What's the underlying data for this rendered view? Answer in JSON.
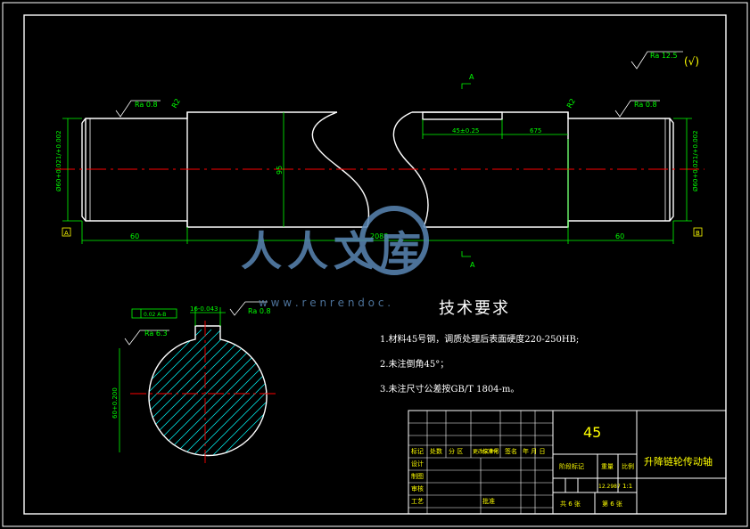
{
  "surface_finish": {
    "general": "Ra 12.5",
    "general_suffix": "(√)",
    "left_journal": "Ra 0.8",
    "right_journal": "Ra 0.8",
    "keyway_side": "Ra 0.8",
    "section_outer": "Ra 6.3"
  },
  "fillet_left": "R2",
  "fillet_right": "R2",
  "section_mark": "A",
  "datum_left": "A",
  "datum_right": "B",
  "dimensions": {
    "left_end_dia": "Ø60+0.021/+0.002",
    "right_end_dia": "Ø60+0.021/+0.002",
    "middle_dia": "95",
    "keyway_length": "45±0.25",
    "key_offset": "675",
    "left_length": "60",
    "total_length": "2088",
    "right_length": "60",
    "keyway_width": "16-0.043",
    "keyway_depth": "60+0.200",
    "section_symmetry": "0.02 A-B"
  },
  "watermark": {
    "chars": "人人文库",
    "url": "w w w . r e n r e n d o c ."
  },
  "tech_requirements": {
    "title": "技术要求",
    "items": [
      "1.材料45号钢，调质处理后表面硬度220-250HB;",
      "2.未注倒角45°；",
      "3.未注尺寸公差按GB/T 1804-m。"
    ]
  },
  "title_block": {
    "material": "45",
    "part_name": "升降链轮传动轴",
    "weight": "12.2987",
    "scale": "1:1",
    "sheet_total": "共 6 张",
    "sheet_no": "第 6 张",
    "headers": [
      "标记",
      "处数",
      "分 区",
      "更改文件号",
      "签名",
      "年 月 日"
    ],
    "roles": [
      "设计",
      "制图",
      "审核",
      "工艺"
    ],
    "std_label": "标准化",
    "approve_label": "批准",
    "stage_label": "阶段标记",
    "weight_label": "重量",
    "scale_label": "比例"
  },
  "colors": {
    "outline": "#ffffff",
    "dimension": "#00ff00",
    "centerline": "#ff0000",
    "hatch": "#00ffff",
    "datum": "#ffff00",
    "watermark": "#5a86b4"
  }
}
